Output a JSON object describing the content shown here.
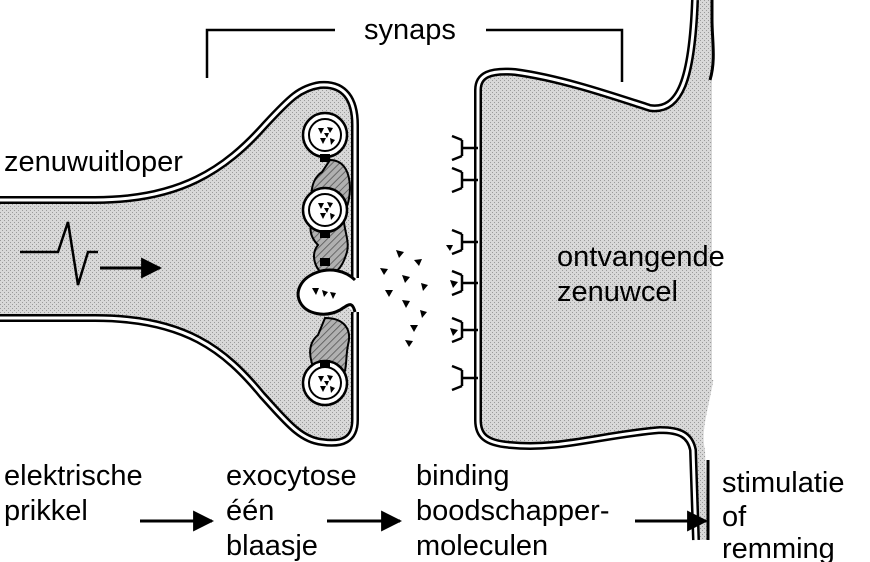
{
  "labels": {
    "synapse": "synaps",
    "axon": "zenuwuitloper",
    "receiving_cell_line1": "ontvangende",
    "receiving_cell_line2": "zenuwcel"
  },
  "steps": [
    {
      "line1": "elektrische",
      "line2": "prikkel",
      "line3": ""
    },
    {
      "line1": "exocytose",
      "line2": "één",
      "line3": "blaasje"
    },
    {
      "line1": "binding",
      "line2": "boodschapper-",
      "line3": "moleculen"
    },
    {
      "line1": "stimulatie",
      "line2": "of",
      "line3": "remming"
    }
  ],
  "colors": {
    "ink": "#000000",
    "cytoplasm": "#d4d4d4",
    "background": "#ffffff"
  }
}
